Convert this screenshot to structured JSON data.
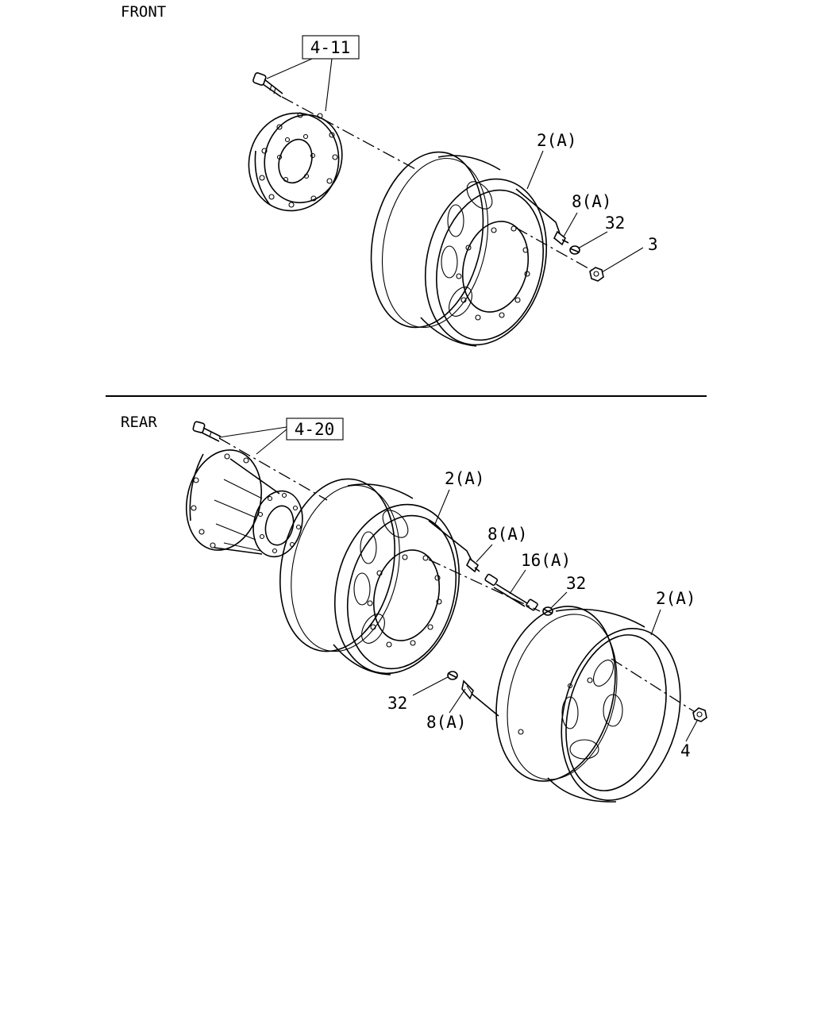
{
  "sections": {
    "front": "FRONT",
    "rear": "REAR"
  },
  "refs": {
    "front_ref": "4-11",
    "rear_ref": "4-20"
  },
  "callouts": {
    "front": {
      "rim": "2(A)",
      "valve": "8(A)",
      "cap": "32",
      "nut": "3"
    },
    "rear": {
      "rim_inner": "2(A)",
      "valve_inner": "8(A)",
      "extension": "16(A)",
      "cap_upper": "32",
      "rim_outer": "2(A)",
      "cap_lower": "32",
      "valve_outer": "8(A)",
      "nut": "4"
    }
  }
}
